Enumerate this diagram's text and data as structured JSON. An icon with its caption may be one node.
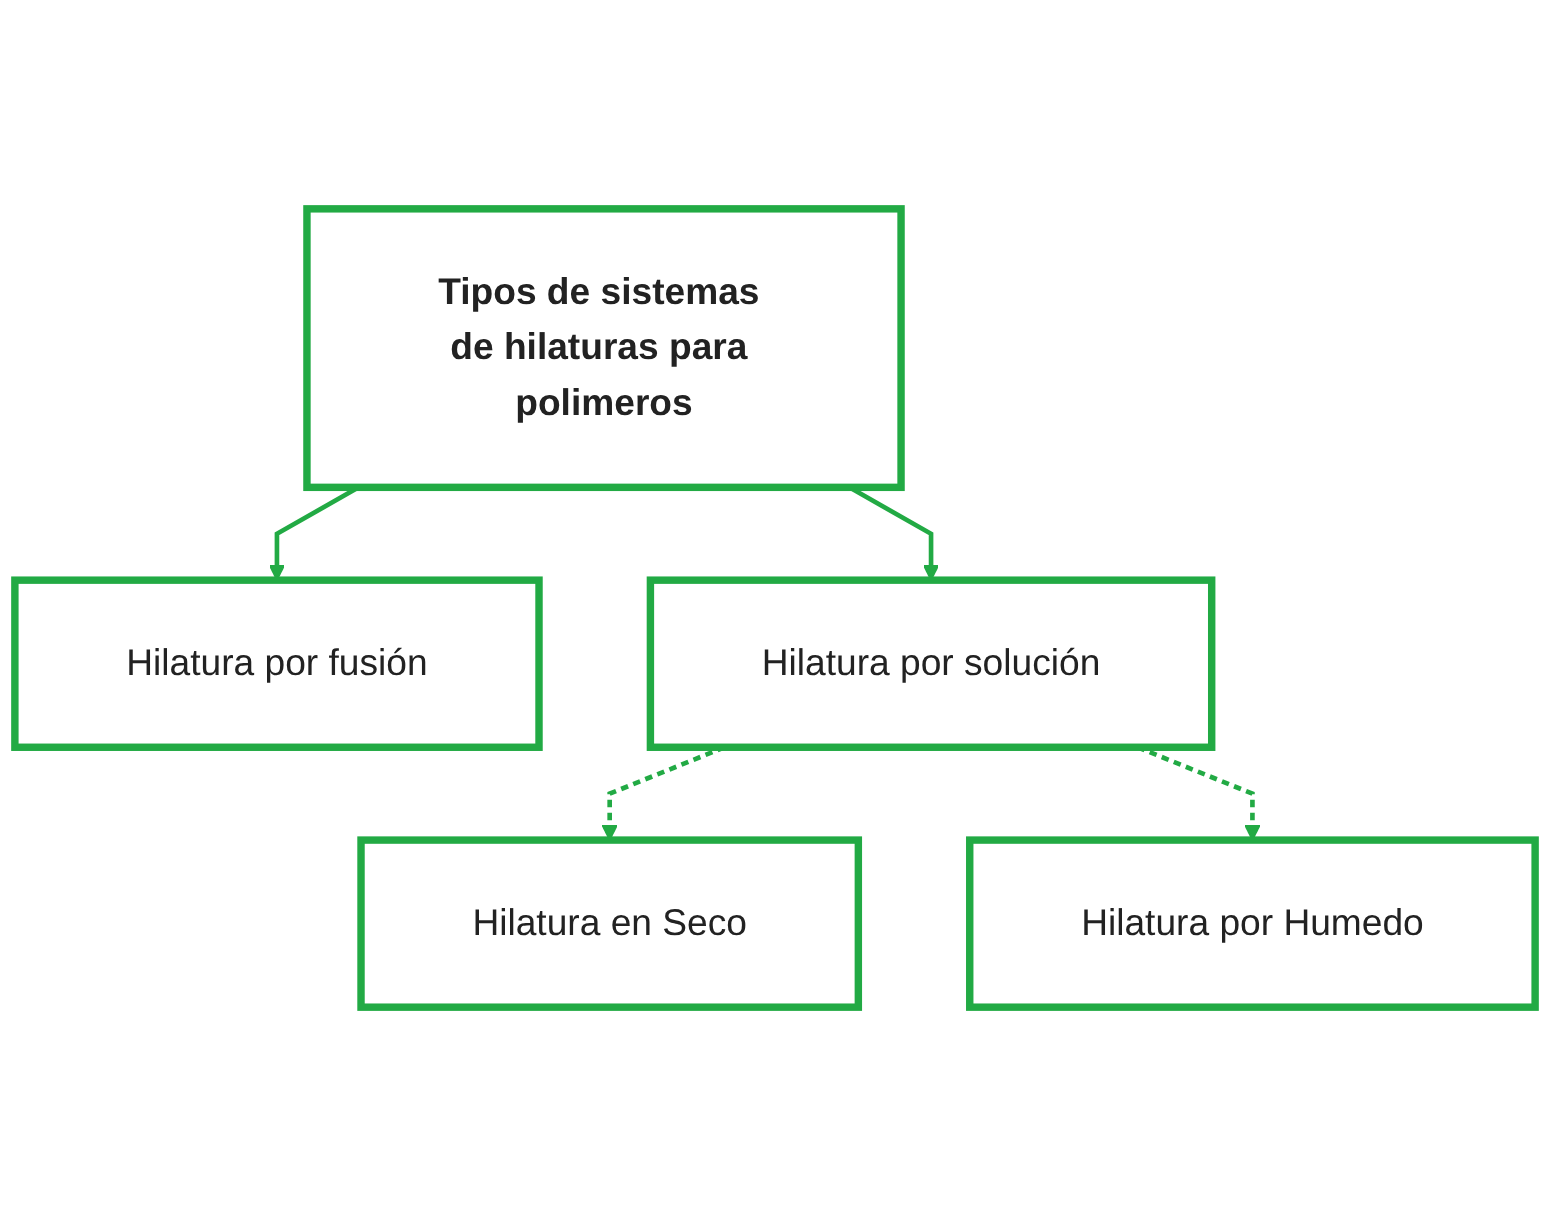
{
  "diagram": {
    "nodes": [
      {
        "text": [
          "Tipos de sistemas de hilaturas para polimeros"
        ]
      },
      {
        "text": [
          "Hilatura por fusión"
        ]
      },
      {
        "text": [
          "Hilatura por solución"
        ]
      },
      {
        "text": [
          "Hilatura en Seco"
        ]
      },
      {
        "text": [
          "Hilatura por Humedo"
        ]
      }
    ],
    "edges": [
      {
        "from": 0,
        "to": 1,
        "arrow": "to"
      },
      {
        "from": 0,
        "to": 2,
        "arrow": "to"
      },
      {
        "from": 2,
        "to": 3,
        "arrow": "to",
        "style": "dashed"
      },
      {
        "from": 2,
        "to": 4,
        "arrow": "to",
        "style": "dashed"
      }
    ]
  }
}
